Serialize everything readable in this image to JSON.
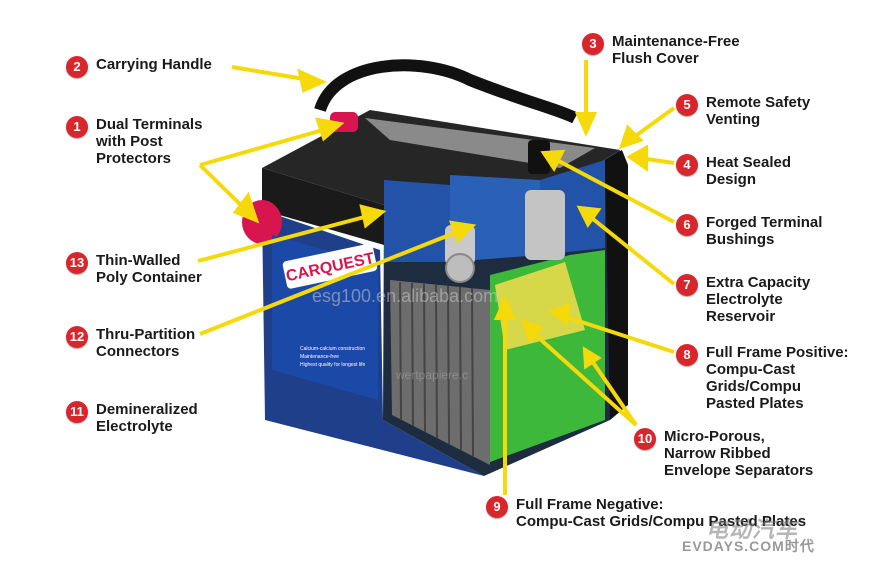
{
  "labels": [
    {
      "num": "2",
      "text": "Carrying Handle"
    },
    {
      "num": "1",
      "text": "Dual Terminals\nwith Post\nProtectors"
    },
    {
      "num": "13",
      "text": "Thin-Walled\nPoly Container"
    },
    {
      "num": "12",
      "text": "Thru-Partition\nConnectors"
    },
    {
      "num": "11",
      "text": "Demineralized\nElectrolyte"
    },
    {
      "num": "3",
      "text": "Maintenance-Free\nFlush Cover"
    },
    {
      "num": "5",
      "text": "Remote Safety\nVenting"
    },
    {
      "num": "4",
      "text": "Heat Sealed\nDesign"
    },
    {
      "num": "6",
      "text": "Forged Terminal\nBushings"
    },
    {
      "num": "7",
      "text": "Extra Capacity\nElectrolyte\nReservoir"
    },
    {
      "num": "8",
      "text": "Full Frame Positive:\nCompu-Cast\nGrids/Compu\nPasted Plates"
    },
    {
      "num": "10",
      "text": "Micro-Porous,\nNarrow Ribbed\nEnvelope Separators"
    },
    {
      "num": "9",
      "text": "Full Frame Negative:\nCompu-Cast Grids/Compu Pasted Plates"
    }
  ],
  "battery": {
    "brand": "CARQUEST",
    "side_text": [
      "Calcium-calcium construction",
      "Maintenance-free",
      "Highest quality for longest life"
    ]
  },
  "watermarks": {
    "esg": "esg100.en.alibaba.com",
    "center": "wertpapiere.c",
    "cn_logo": "电动汽车",
    "evdays": "EVDAYS.COM",
    "evdays_cn": "时代"
  },
  "colors": {
    "badge": "#d9262c",
    "arrow": "#f5d90a",
    "battery_blue": "#2353a8",
    "cell_green": "#3db83a"
  }
}
